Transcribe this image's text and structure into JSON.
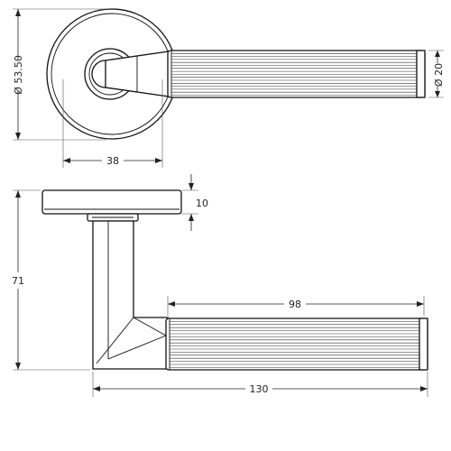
{
  "drawing": {
    "top_view": {
      "rose_diameter": "Ø 53.50",
      "grip_diameter": "Ø 20",
      "spindle_offset": "38"
    },
    "side_view": {
      "rose_thickness": "10",
      "lever_height": "71",
      "grip_length": "98",
      "overall_length": "130"
    }
  }
}
